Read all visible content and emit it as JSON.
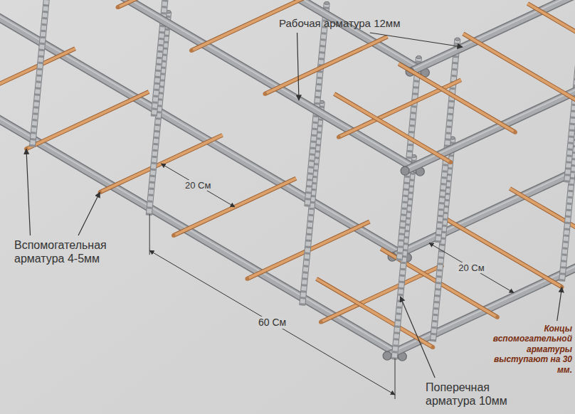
{
  "diagram": {
    "labels": [
      "Рабочая арматура 12мм",
      "20 См",
      "Вспомогательная арматура 4-5мм",
      "20 См",
      "60 См",
      "Концы вспомогательной арматуры выступают на 30 мм.",
      "Поперечная арматура 10мм"
    ]
  }
}
